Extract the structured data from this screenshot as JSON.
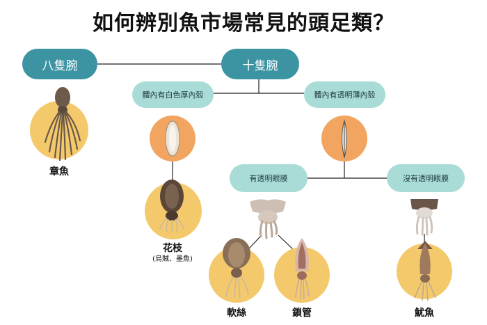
{
  "title": "如何辨別魚市場常見的頭足類？",
  "nodes": {
    "eight_arms": "八隻腕",
    "ten_arms": "十隻腕",
    "thick_shell": "體內有白色厚內殼",
    "thin_shell": "體內有透明薄內殼",
    "with_membrane": "有透明眼膜",
    "without_membrane": "沒有透明眼膜"
  },
  "animals": {
    "octopus": "章魚",
    "cuttlefish": "花枝",
    "cuttlefish_note": "(烏賊、墨魚)",
    "bigfin_squid": "軟絲",
    "spear_squid": "鎖管",
    "flying_squid": "魷魚"
  },
  "colors": {
    "node_dark": "#3c94a3",
    "node_light": "#a9dcd6",
    "circle_yellow": "#f4c96c",
    "circle_orange": "#f2a560",
    "line": "#222222"
  }
}
